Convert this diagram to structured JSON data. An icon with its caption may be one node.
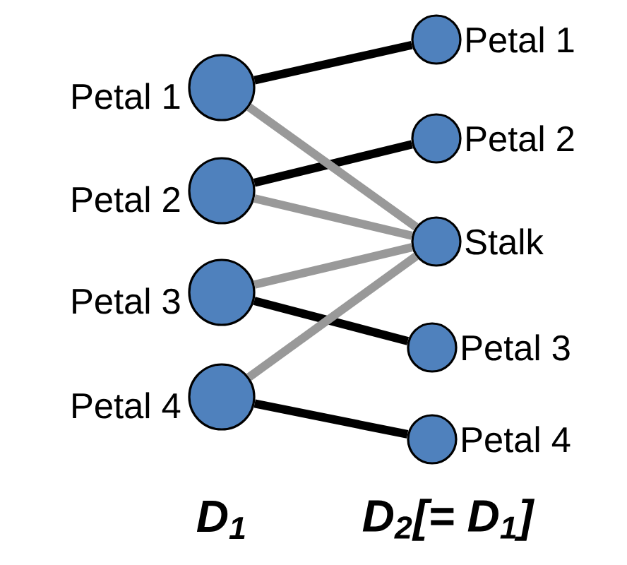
{
  "diagram": {
    "nodes": [
      {
        "text": [],
        "shape": "circle",
        "beside": [
          "Petal 1"
        ]
      },
      {
        "text": [],
        "shape": "circle",
        "beside": [
          "Petal 2"
        ]
      },
      {
        "text": [],
        "shape": "circle",
        "beside": [
          "Petal 3"
        ]
      },
      {
        "text": [],
        "shape": "circle",
        "beside": [
          "Petal 4"
        ]
      },
      {
        "text": [],
        "shape": "circle",
        "beside": [
          "Petal 1"
        ]
      },
      {
        "text": [],
        "shape": "circle",
        "beside": [
          "Petal 2"
        ]
      },
      {
        "text": [],
        "shape": "circle",
        "beside": [
          "Stalk"
        ]
      },
      {
        "text": [],
        "shape": "circle",
        "beside": [
          "Petal 3"
        ]
      },
      {
        "text": [],
        "shape": "circle",
        "beside": [
          "Petal 4"
        ]
      }
    ],
    "edges": [
      {
        "from": 0,
        "to": 4,
        "arrow": "none"
      },
      {
        "from": 1,
        "to": 5,
        "arrow": "none"
      },
      {
        "from": 2,
        "to": 7,
        "arrow": "none"
      },
      {
        "from": 3,
        "to": 8,
        "arrow": "none"
      },
      {
        "from": 0,
        "to": 6,
        "arrow": "none",
        "color": "#999999"
      },
      {
        "from": 1,
        "to": 6,
        "arrow": "none",
        "color": "#999999"
      },
      {
        "from": 2,
        "to": 6,
        "arrow": "none",
        "color": "#999999"
      },
      {
        "from": 3,
        "to": 6,
        "arrow": "none",
        "color": "#999999"
      }
    ],
    "labels": [
      "D$_{1}$",
      "D$_{2}$[= D$_{1}$]"
    ]
  }
}
